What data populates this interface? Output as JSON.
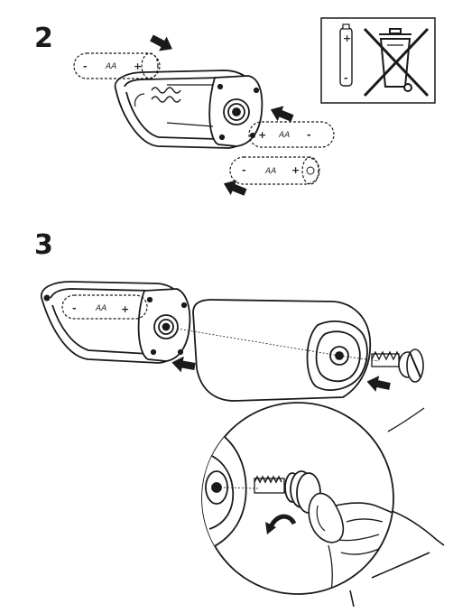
{
  "steps": [
    {
      "number": "2"
    },
    {
      "number": "3"
    }
  ],
  "battery": {
    "label": "AA",
    "plus": "+",
    "minus": "-"
  },
  "weee_symbol": {
    "icon": "crossed-out-wheelie-bin-icon",
    "battery_plus": "+",
    "battery_minus": "-"
  },
  "colors": {
    "line": "#1a1a1a",
    "arrow": "#1a1a1a",
    "background": "#ffffff"
  }
}
